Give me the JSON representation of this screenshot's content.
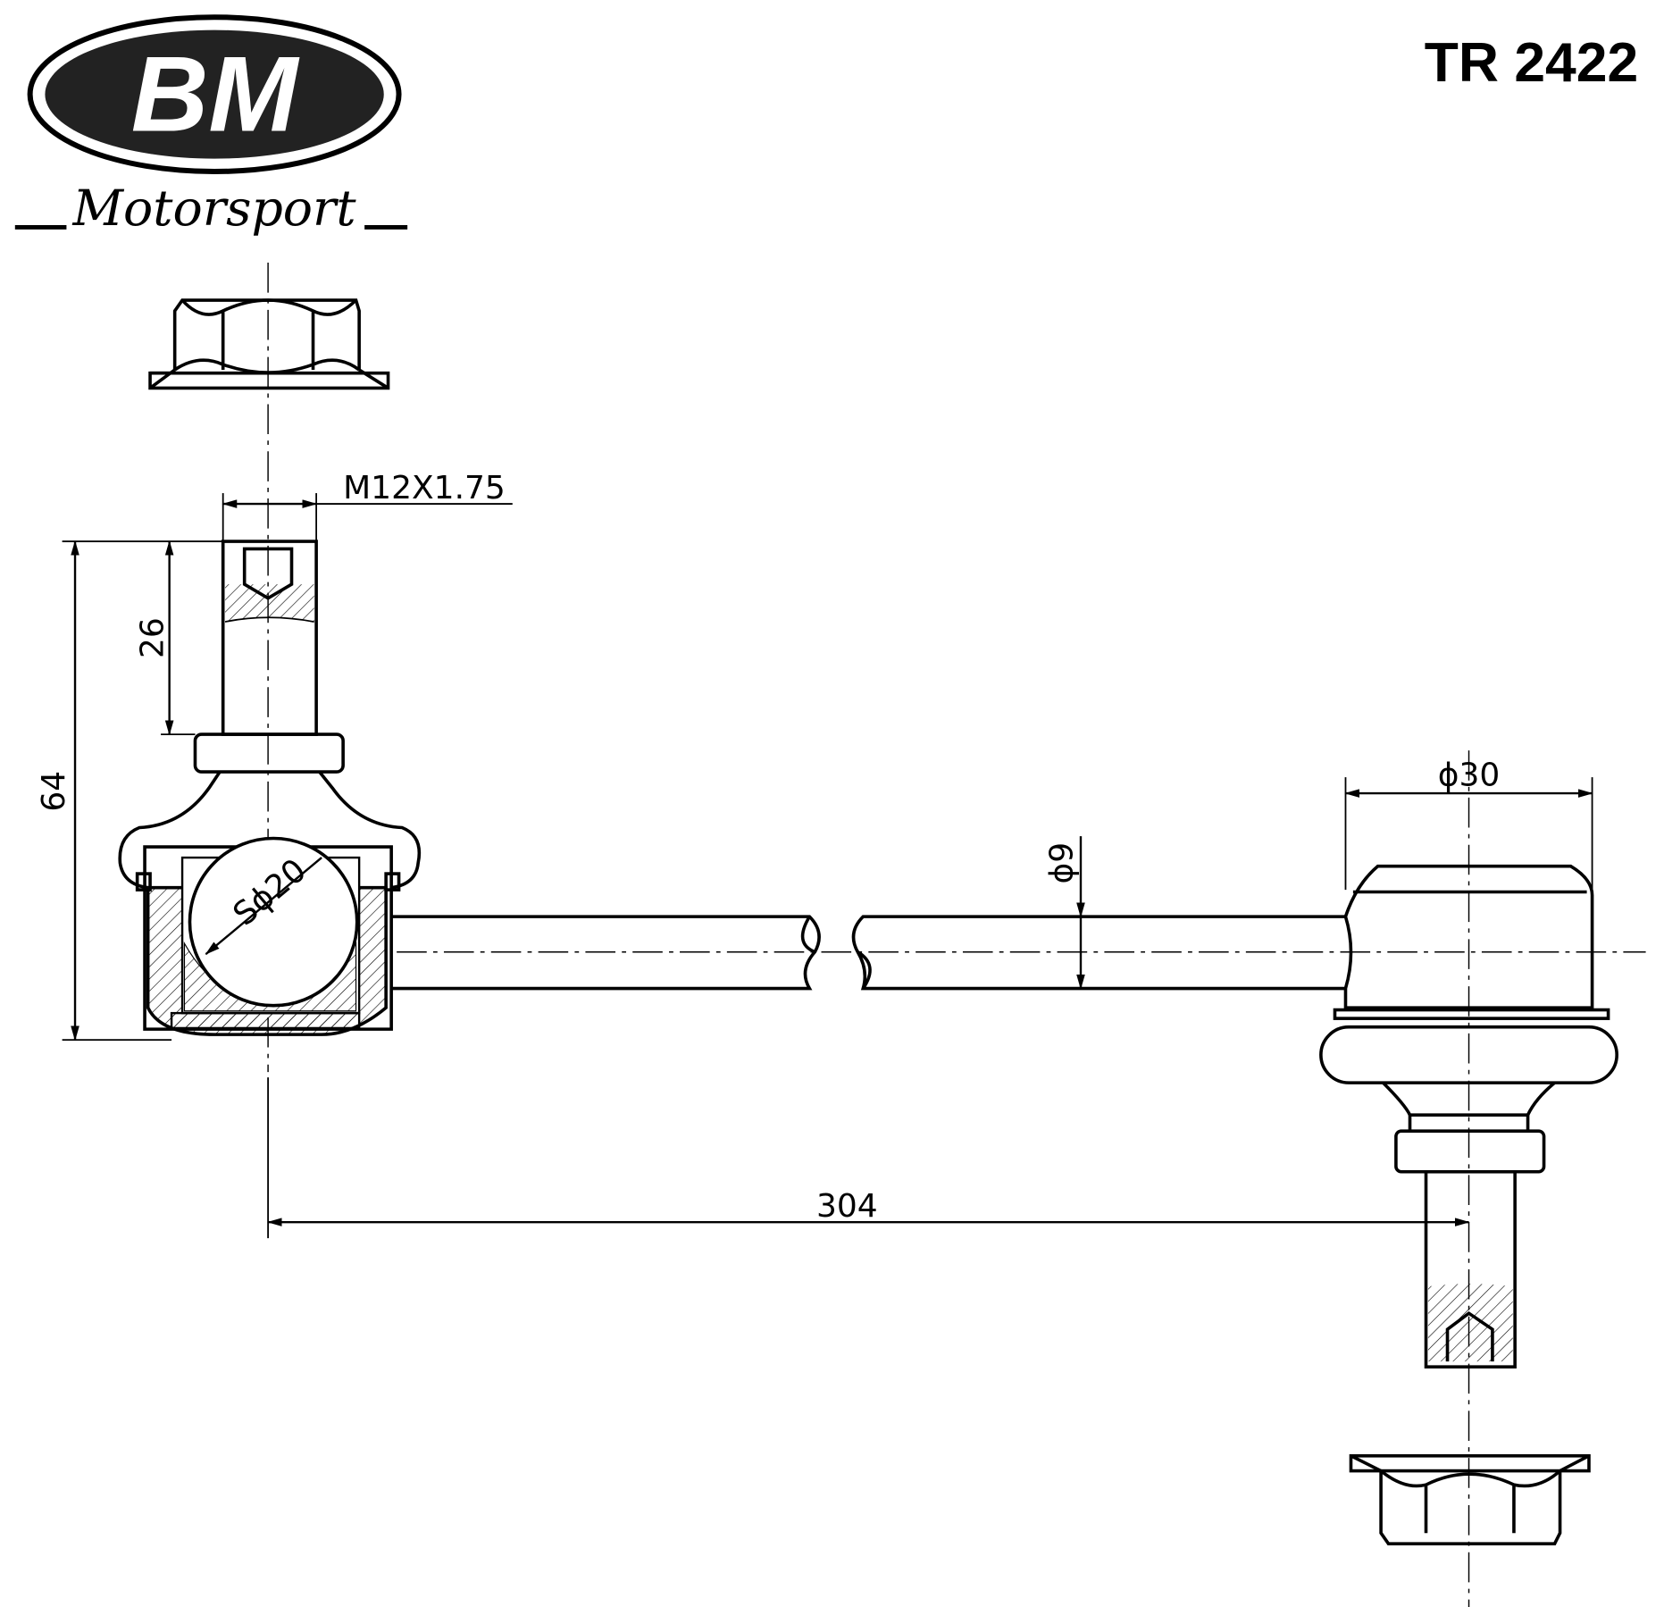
{
  "logo": {
    "brand": "BM",
    "subtitle": "Motorsport"
  },
  "part_number": "TR 2422",
  "dimensions": {
    "thread": "M12X1.75",
    "stud_length": "26",
    "total_height": "64",
    "ball_diameter": "Sϕ20",
    "rod_diameter": "ϕ9",
    "head_diameter": "ϕ30",
    "center_distance": "304"
  }
}
